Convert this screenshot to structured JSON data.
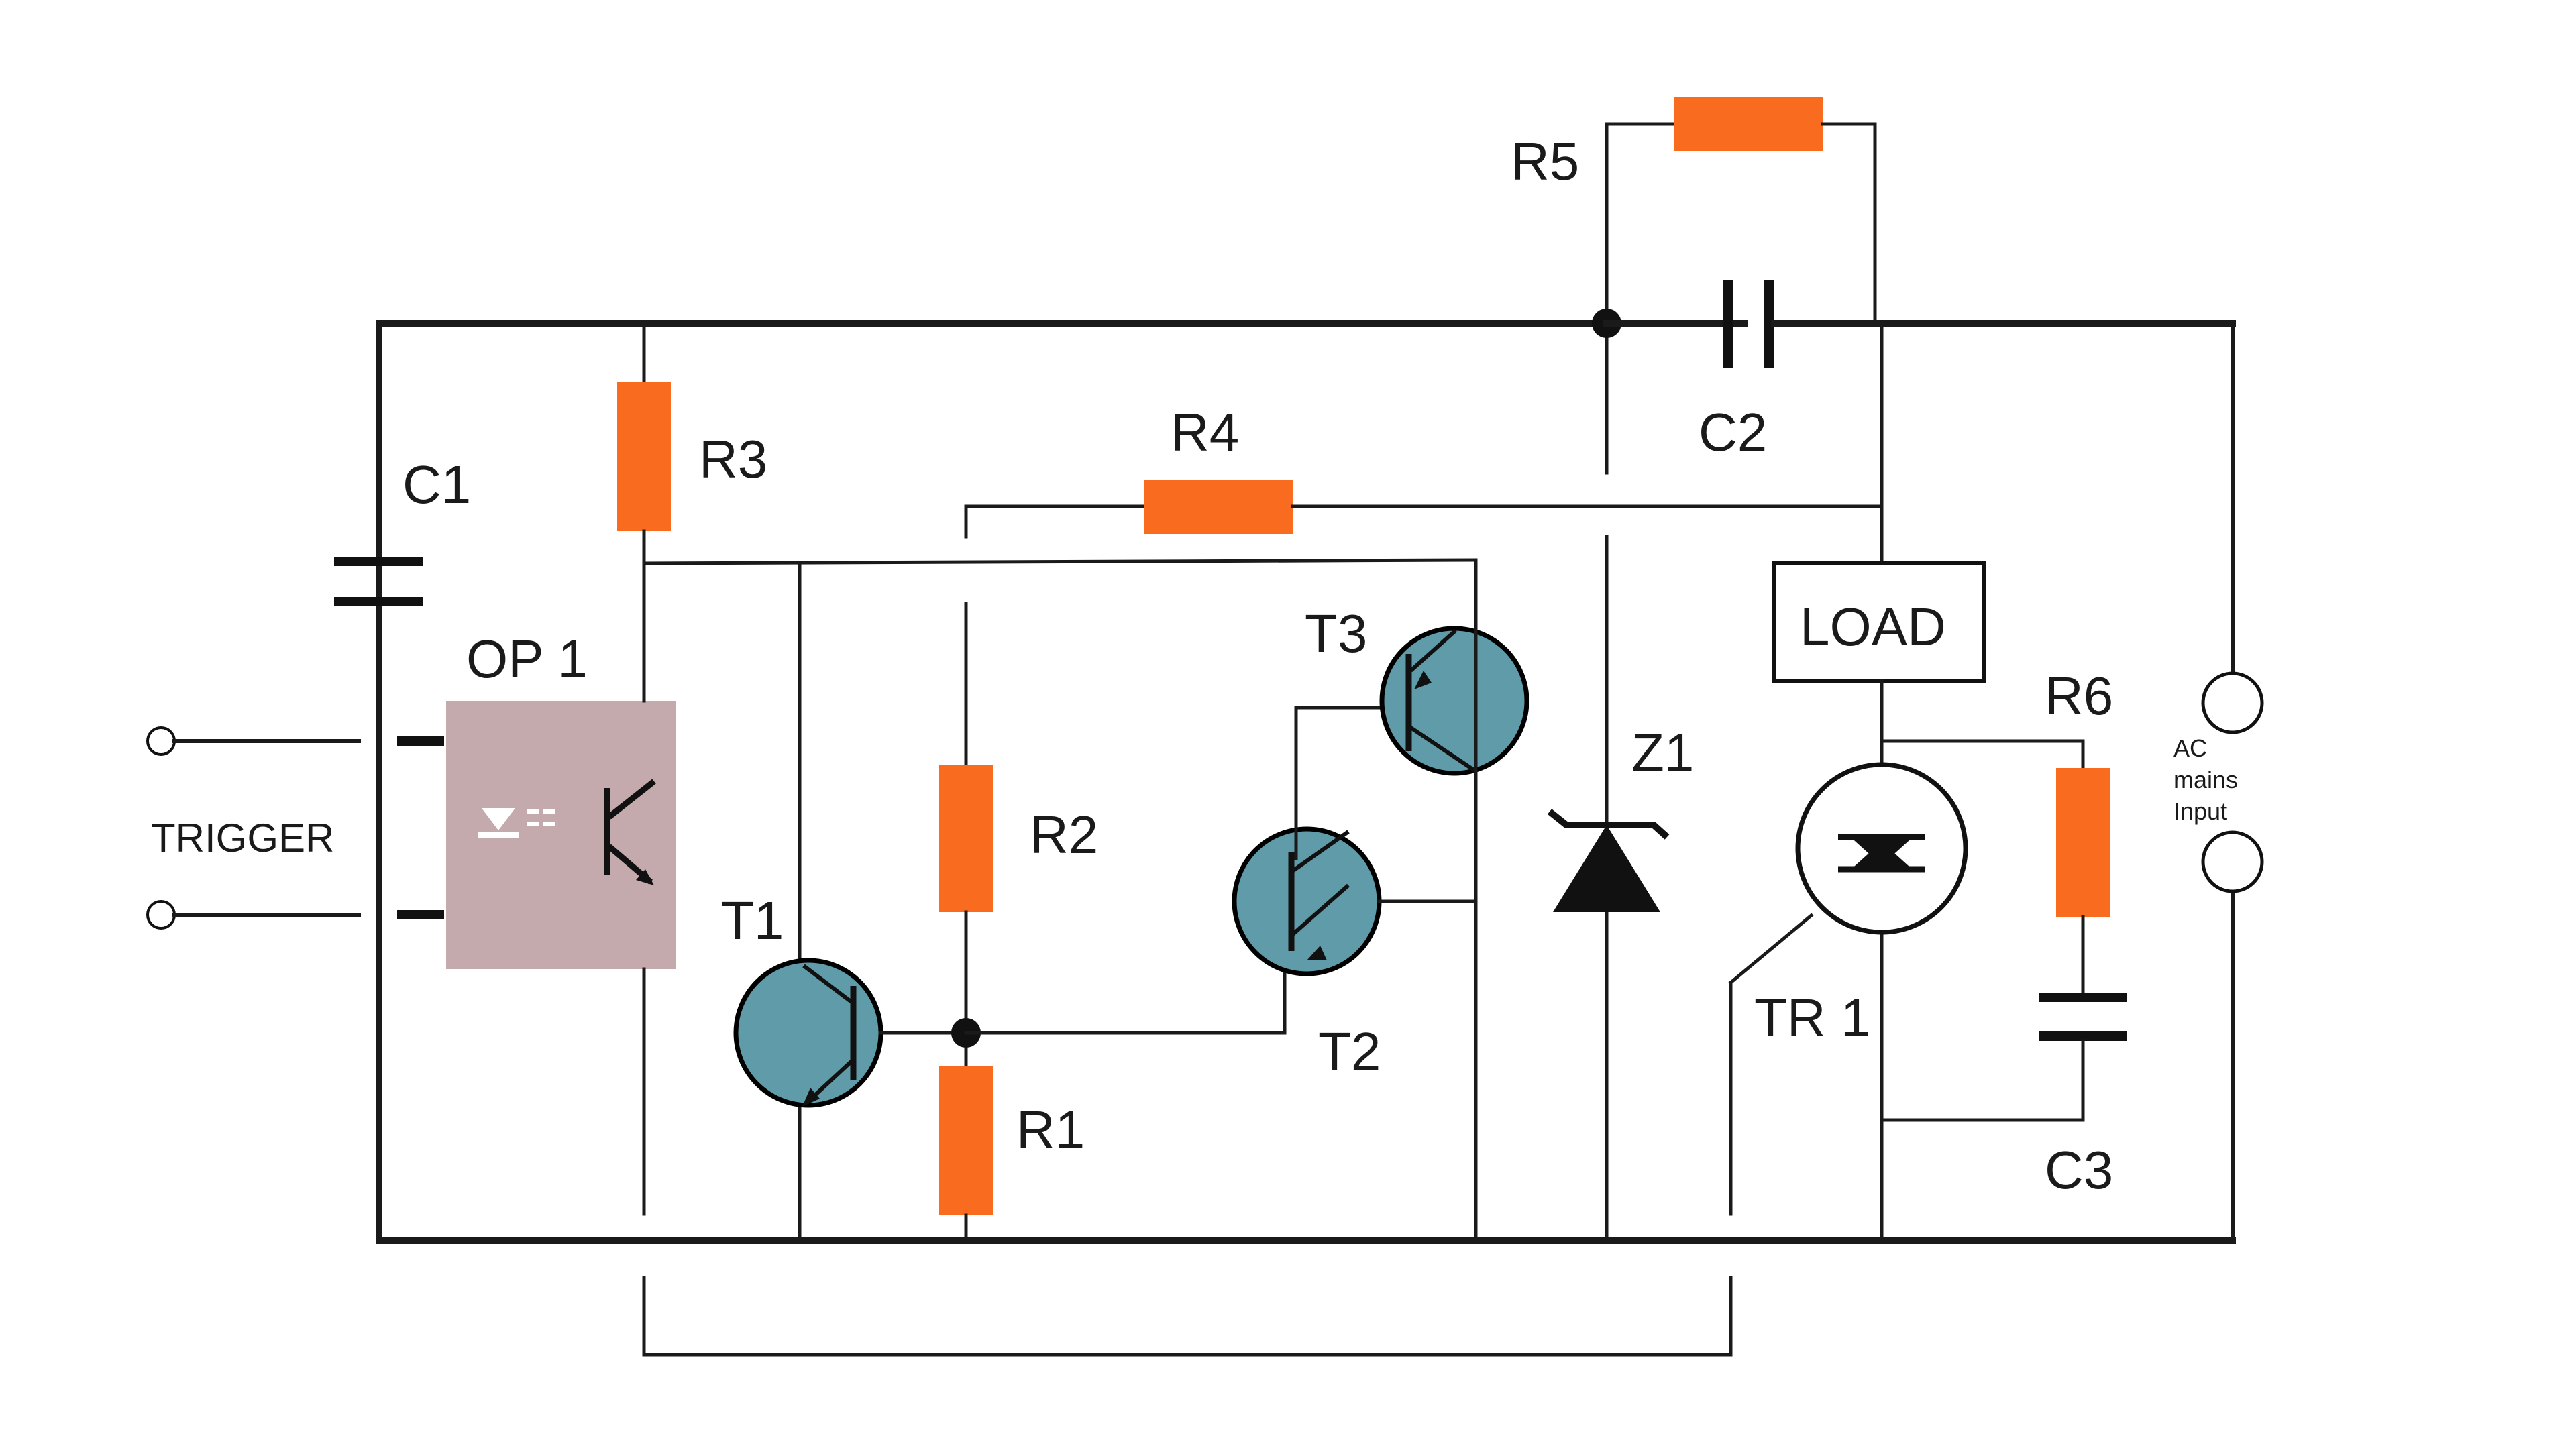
{
  "diagram": {
    "components": {
      "c1": "C1",
      "c2": "C2",
      "c3": "C3",
      "r1": "R1",
      "r2": "R2",
      "r3": "R3",
      "r4": "R4",
      "r5": "R5",
      "r6": "R6",
      "t1": "T1",
      "t2": "T2",
      "t3": "T3",
      "z1": "Z1",
      "op1": "OP 1",
      "tr1": "TR 1",
      "load": "LOAD"
    },
    "trigger_label": "TRIGGER",
    "ac_input_label": [
      "AC",
      "mains",
      "Input"
    ]
  },
  "colors": {
    "resistor": "#f96b1e",
    "transistor": "#5f9ba8",
    "optocoupler": "#c4a9ad",
    "wire": "#1a1a1a",
    "background": "#ffffff"
  }
}
